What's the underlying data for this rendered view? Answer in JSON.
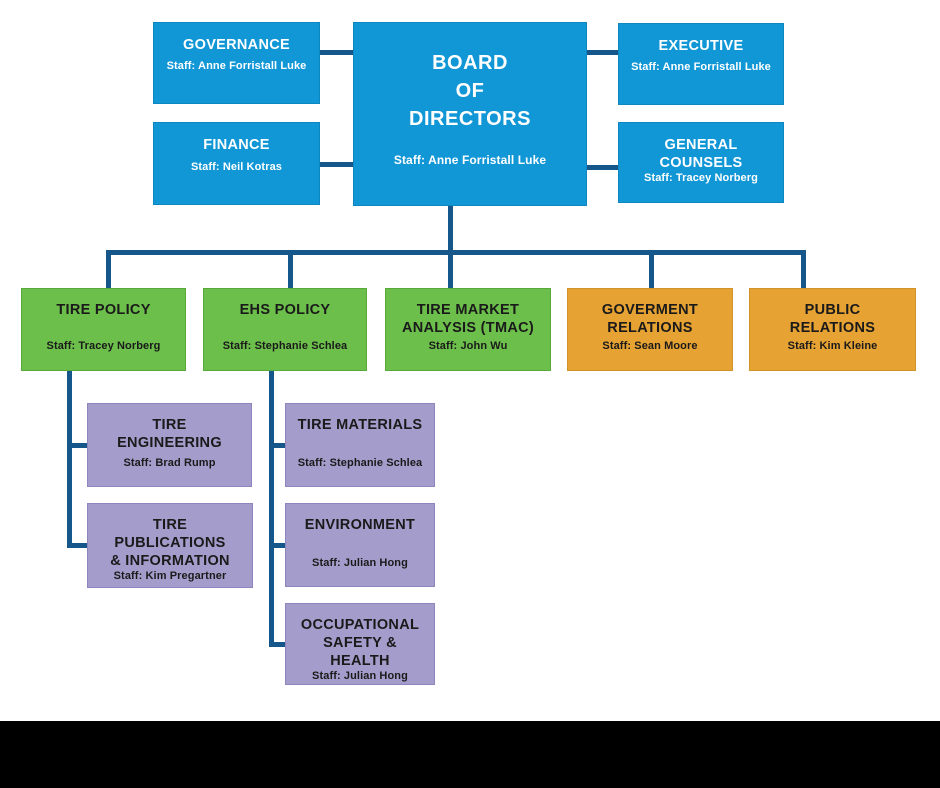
{
  "palette": {
    "box_blue": "#1196D6",
    "box_green": "#6CBF4B",
    "box_orange": "#E6A233",
    "box_purple": "#A49DCB",
    "connector_blue": "#15568B",
    "text_on_blue": "#FFFFFF",
    "text_dark": "#1A1A1A",
    "footer_bar": "#000000"
  },
  "nodes": {
    "board": {
      "title": "BOARD\nOF\nDIRECTORS",
      "staff": "Staff: Anne Forristall Luke"
    },
    "governance": {
      "title": "GOVERNANCE",
      "staff": "Staff: Anne Forristall Luke"
    },
    "finance": {
      "title": "FINANCE",
      "staff": "Staff: Neil Kotras"
    },
    "executive": {
      "title": "EXECUTIVE",
      "staff": "Staff: Anne Forristall Luke"
    },
    "general_counsels": {
      "title": "GENERAL COUNSELS",
      "staff": "Staff: Tracey Norberg"
    },
    "tire_policy": {
      "title": "TIRE POLICY",
      "staff": "Staff: Tracey Norberg"
    },
    "ehs_policy": {
      "title": "EHS POLICY",
      "staff": "Staff: Stephanie Schlea"
    },
    "tire_market_analysis": {
      "title": "TIRE MARKET\nANALYSIS (TMAC)",
      "staff": "Staff: John Wu"
    },
    "goverment_relations": {
      "title": "GOVERMENT\nRELATIONS",
      "staff": "Staff: Sean Moore"
    },
    "public_relations": {
      "title": "PUBLIC\nRELATIONS",
      "staff": "Staff: Kim Kleine"
    },
    "tire_engineering": {
      "title": "TIRE\nENGINEERING",
      "staff": "Staff: Brad Rump"
    },
    "tire_publications": {
      "title": "TIRE PUBLICATIONS\n& INFORMATION",
      "staff": "Staff: Kim Pregartner"
    },
    "tire_materials": {
      "title": "TIRE MATERIALS",
      "staff": "Staff: Stephanie Schlea"
    },
    "environment": {
      "title": "ENVIRONMENT",
      "staff": "Staff: Julian Hong"
    },
    "occupational_safety": {
      "title": "OCCUPATIONAL\nSAFETY & HEALTH",
      "staff": "Staff: Julian Hong"
    }
  }
}
